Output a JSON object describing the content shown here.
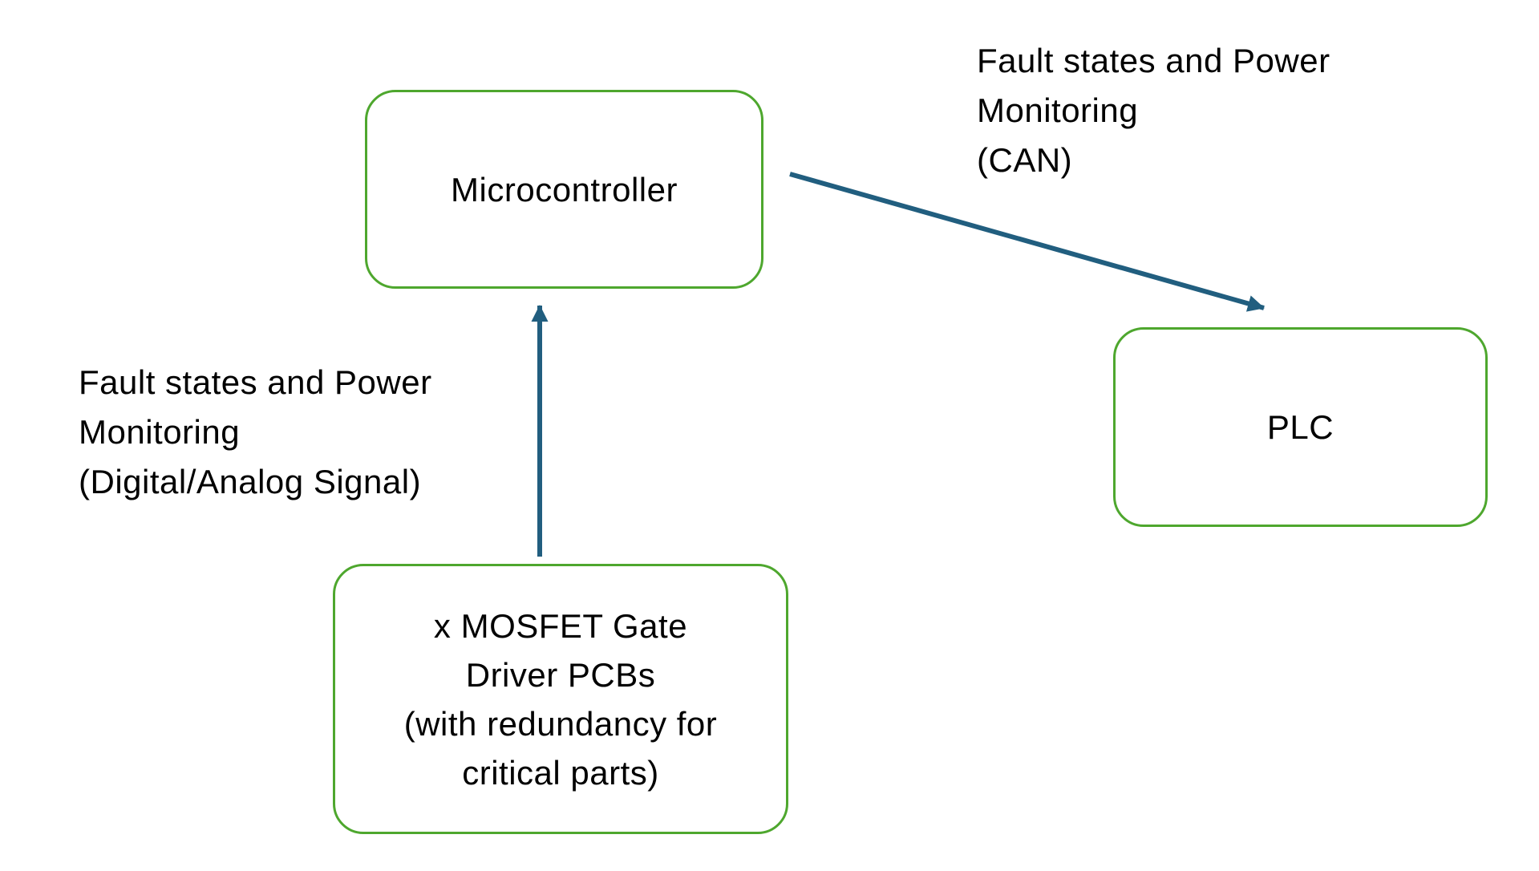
{
  "colors": {
    "box-border": "#4EA72E",
    "box-fill": "#FFFFFF",
    "arrow": "#215E7F",
    "text": "#000000",
    "background": "#FFFFFF"
  },
  "nodes": {
    "microcontroller": {
      "label": "Microcontroller"
    },
    "plc": {
      "label": "PLC"
    },
    "mosfet": {
      "lines": [
        "x MOSFET Gate",
        "Driver PCBs",
        "(with redundancy for",
        "critical parts)"
      ]
    }
  },
  "edge_labels": {
    "can": {
      "lines": [
        "Fault states and Power",
        "Monitoring",
        "(CAN)"
      ]
    },
    "digital_analog": {
      "lines": [
        "Fault states and Power",
        "Monitoring",
        "(Digital/Analog Signal)"
      ]
    }
  }
}
